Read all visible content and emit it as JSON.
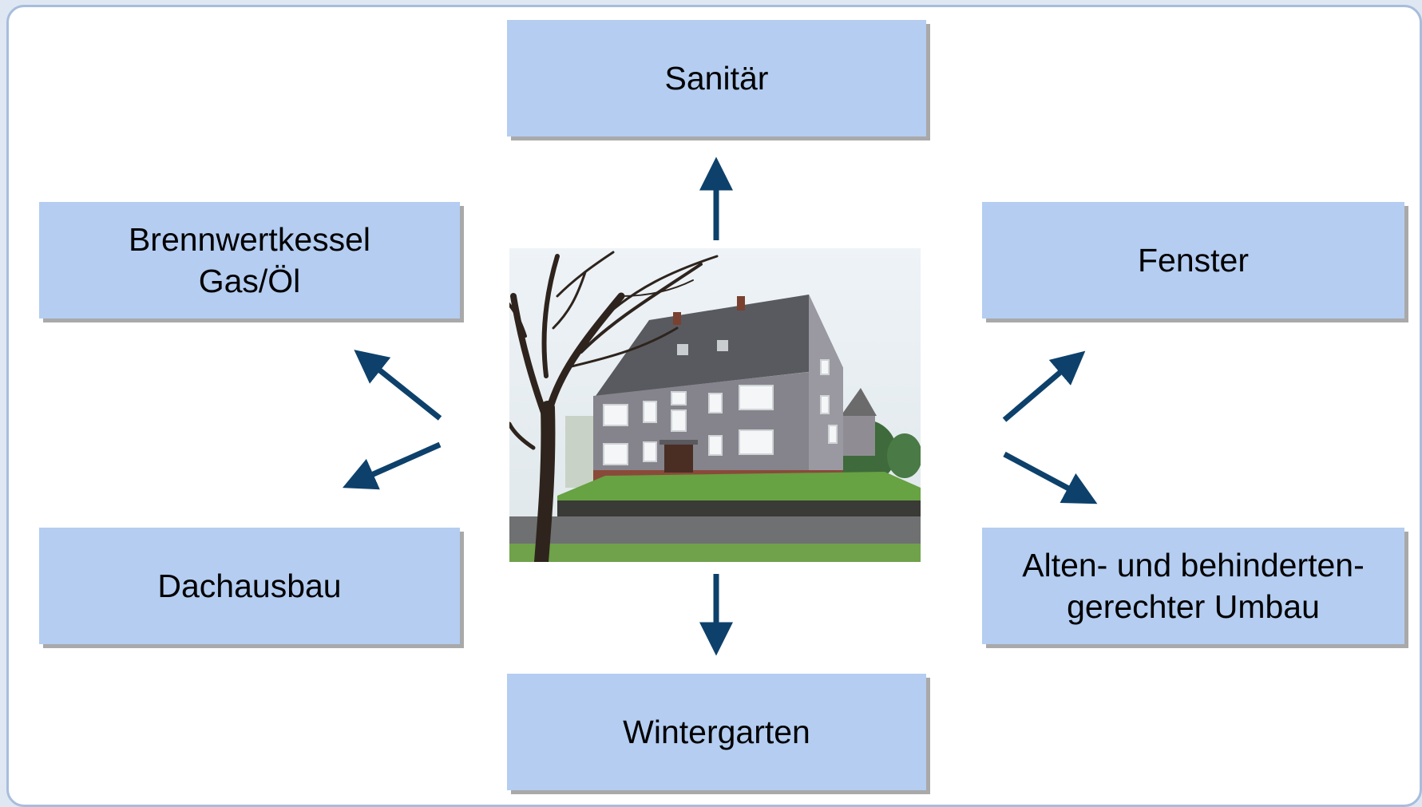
{
  "boxes": {
    "sanitaer": [
      "Sanitär"
    ],
    "brennwertkessel": [
      "Brennwertkessel",
      "Gas/Öl"
    ],
    "fenster": [
      "Fenster"
    ],
    "dachausbau": [
      "Dachausbau"
    ],
    "umbau": [
      "Alten- und behinderten-",
      "gerechter Umbau"
    ],
    "wintergarten": [
      "Wintergarten"
    ]
  },
  "colors": {
    "box_fill": "#b4cdf1",
    "box_shadow": "#a9a9a9",
    "arrow": "#0d416b",
    "frame_border": "#a7bddd"
  },
  "photo": {
    "subject": "house-photo"
  }
}
